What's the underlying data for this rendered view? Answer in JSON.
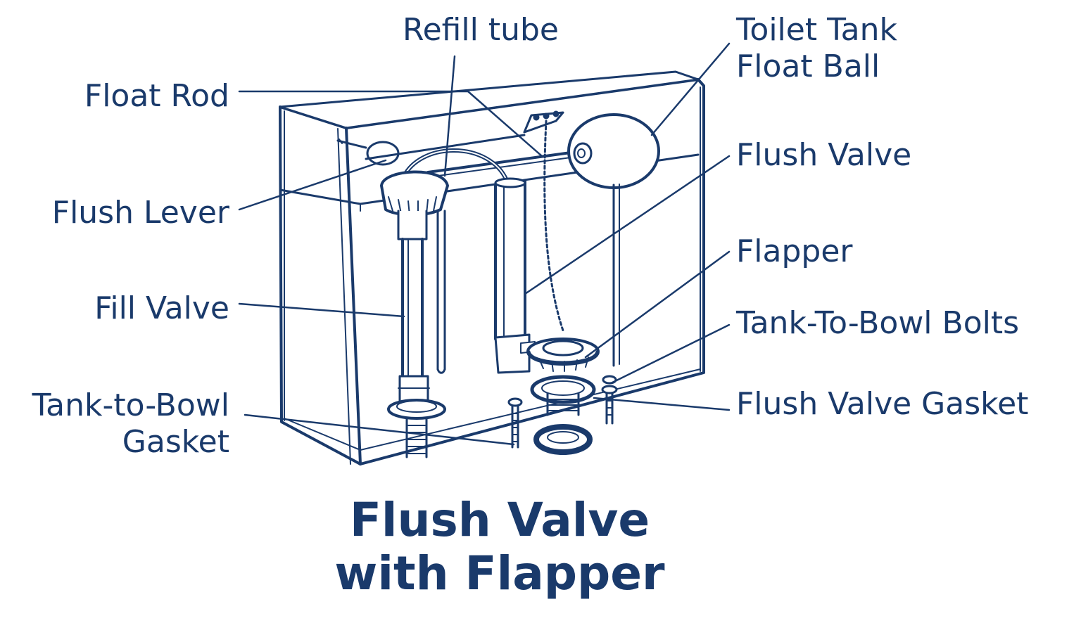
{
  "colors": {
    "ink": "#1a3a6b",
    "background": "#ffffff"
  },
  "title": {
    "line1": "Flush Valve",
    "line2": "with Flapper"
  },
  "labels": {
    "refill_tube": "Refill tube",
    "float_ball_1": "Toilet Tank",
    "float_ball_2": "Float Ball",
    "float_rod": "Float Rod",
    "flush_valve": "Flush Valve",
    "flush_lever": "Flush Lever",
    "flapper": "Flapper",
    "fill_valve": "Fill Valve",
    "tank_bolts": "Tank-To-Bowl Bolts",
    "gasket_1": "Tank-to-Bowl",
    "gasket_2": "Gasket",
    "flush_valve_gasket": "Flush Valve Gasket"
  }
}
